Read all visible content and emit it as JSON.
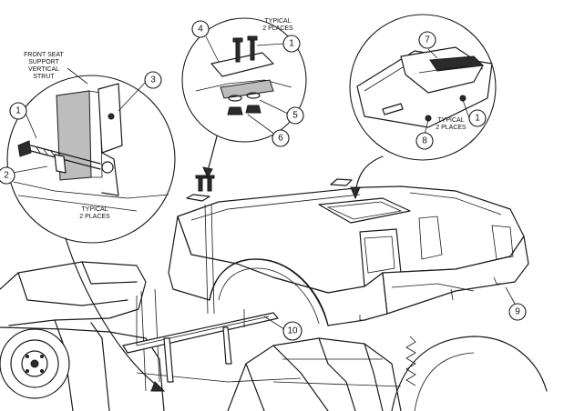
{
  "labels": {
    "front_seat_line1": "FRONT SEAT",
    "front_seat_line2": "SUPPORT",
    "front_seat_line3": "VERTICAL",
    "front_seat_line4": "STRUT",
    "typical_left_1": "TYPICAL",
    "typical_left_2": "2 PLACES",
    "typical_top_1": "TYPICAL",
    "typical_top_2": "2 PLACES",
    "typical_right_1": "TYPICAL",
    "typical_right_2": "2 PLACES"
  },
  "callouts": {
    "c1_left": "1",
    "c2_left": "2",
    "c3_left": "3",
    "c4_top": "4",
    "c1_top": "1",
    "c5_top": "5",
    "c6_top": "6",
    "c7_right": "7",
    "c1_right": "1",
    "c8_right": "8",
    "c9_body": "9",
    "c10_body": "10"
  }
}
